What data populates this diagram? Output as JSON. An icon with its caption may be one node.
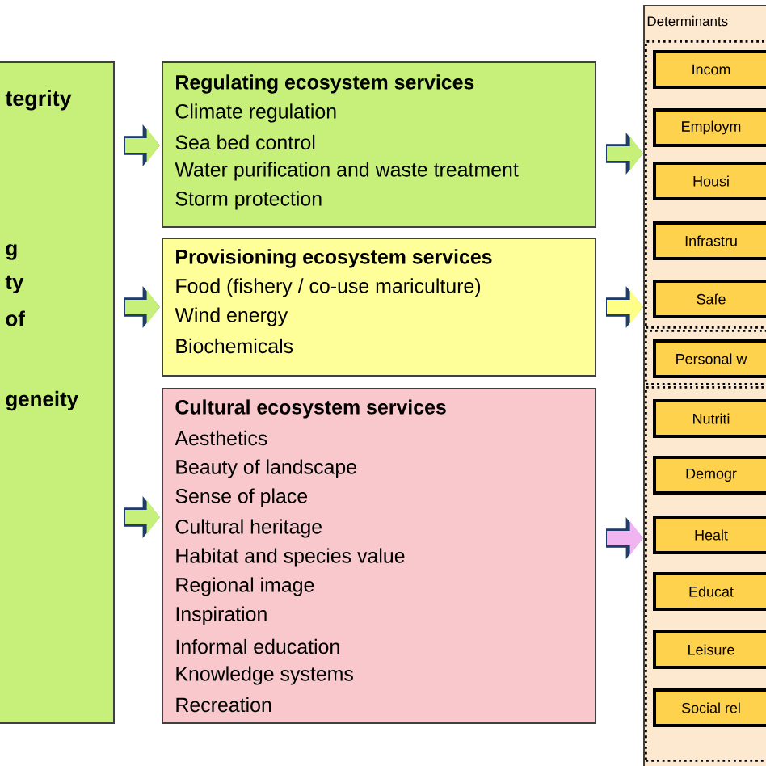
{
  "diagram": {
    "nodes": [
      {
        "text": [
          "tegrity",
          "g",
          "ty",
          "of",
          "geneity"
        ]
      },
      {
        "text": [
          "Regulating ecosystem services",
          "Climate regulation",
          "Sea bed control",
          "Water purification and waste treatment",
          "Storm protection"
        ]
      },
      {
        "text": [
          "Provisioning ecosystem services",
          "Food  (fishery / co-use mariculture)",
          "Wind energy",
          "Biochemicals"
        ]
      },
      {
        "text": [
          "Cultural ecosystem services",
          "Aesthetics",
          "Beauty of landscape",
          "Sense of place",
          "Cultural heritage",
          "Habitat and species value",
          "Regional image",
          "Inspiration",
          "Informal education",
          "Knowledge systems",
          "Recreation"
        ]
      },
      {
        "text": [
          "Determinants"
        ]
      },
      {
        "text": [],
        "shape": "box",
        "in": 4
      },
      {
        "text": [
          "Incom"
        ],
        "in": 5
      },
      {
        "text": [
          "Employm"
        ],
        "in": 5
      },
      {
        "text": [
          "Housi"
        ],
        "in": 5
      },
      {
        "text": [
          "Infrastru"
        ],
        "in": 5
      },
      {
        "text": [
          "Safe"
        ],
        "in": 5
      },
      {
        "text": [],
        "shape": "box",
        "in": 4
      },
      {
        "text": [
          "Personal w"
        ],
        "in": 11
      },
      {
        "text": [],
        "shape": "box",
        "in": 4
      },
      {
        "text": [
          "Nutriti"
        ],
        "in": 13
      },
      {
        "text": [
          "Demogr"
        ],
        "in": 13
      },
      {
        "text": [
          "Healt"
        ],
        "in": 13
      },
      {
        "text": [
          "Educat"
        ],
        "in": 13
      },
      {
        "text": [
          "Leisure"
        ],
        "in": 13
      },
      {
        "text": [
          "Social rel"
        ],
        "in": 13
      }
    ],
    "edges": [
      {
        "from": 0,
        "to": 1,
        "arrow": "to"
      },
      {
        "from": 0,
        "to": 2,
        "arrow": "to"
      },
      {
        "from": 0,
        "to": 3,
        "arrow": "to"
      },
      {
        "from": 1,
        "to": 5,
        "arrow": "to"
      },
      {
        "from": 2,
        "to": 5,
        "arrow": "to",
        "color": "#ffff88"
      },
      {
        "from": 3,
        "to": 13,
        "arrow": "to",
        "color": "#f0b4f0"
      }
    ]
  }
}
